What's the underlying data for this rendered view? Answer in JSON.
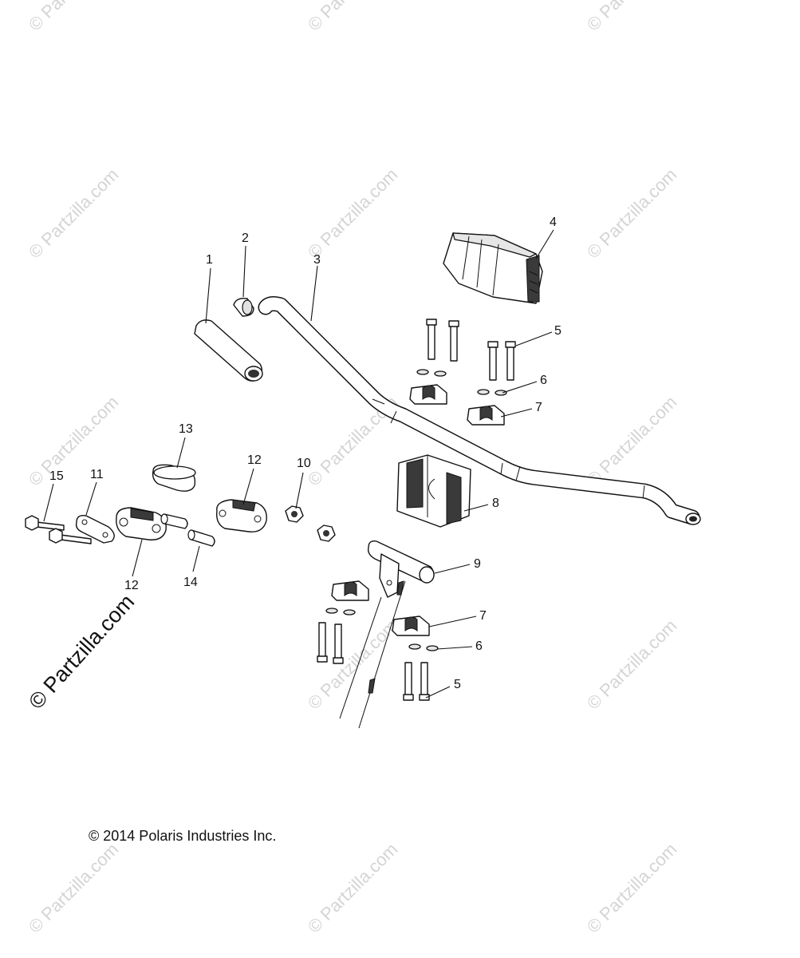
{
  "watermark": {
    "text": "© Partzilla.com",
    "large_text": "© Partzilla.com"
  },
  "copyright": "© 2014 Polaris Industries Inc.",
  "callouts": {
    "c1": "1",
    "c2": "2",
    "c3": "3",
    "c4": "4",
    "c5a": "5",
    "c6a": "6",
    "c7a": "7",
    "c8": "8",
    "c9": "9",
    "c7b": "7",
    "c6b": "6",
    "c5b": "5",
    "c10": "10",
    "c11": "11",
    "c12a": "12",
    "c12b": "12",
    "c13": "13",
    "c14": "14",
    "c15": "15"
  }
}
